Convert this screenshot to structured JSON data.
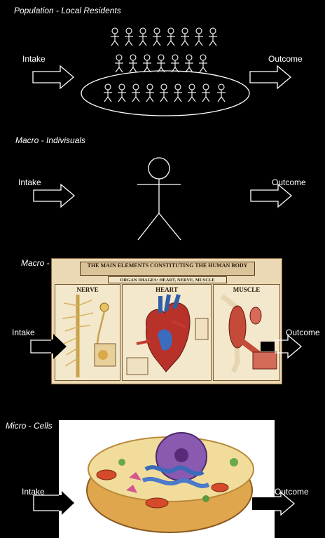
{
  "sections": {
    "population": {
      "title": "Population - Local Residents",
      "intake": "Intake",
      "outcome": "Outcome"
    },
    "individuals": {
      "title": "Macro - Indivisuals",
      "intake": "Intake",
      "outcome": "Outcome"
    },
    "organs": {
      "title": "Macro - Organs",
      "intake": "Intake",
      "outcome": "Outcome"
    },
    "cells": {
      "title": "Micro - Cells",
      "intake": "Intake",
      "outcome": "Outcome"
    }
  },
  "poster": {
    "title": "THE MAIN ELEMENTS CONSTITUTING THE HUMAN BODY",
    "subtitle": "ORGAN IMAGES: HEART, NERVE, MUSCLE",
    "panels": [
      "NERVE",
      "HEART",
      "MUSCLE"
    ]
  }
}
